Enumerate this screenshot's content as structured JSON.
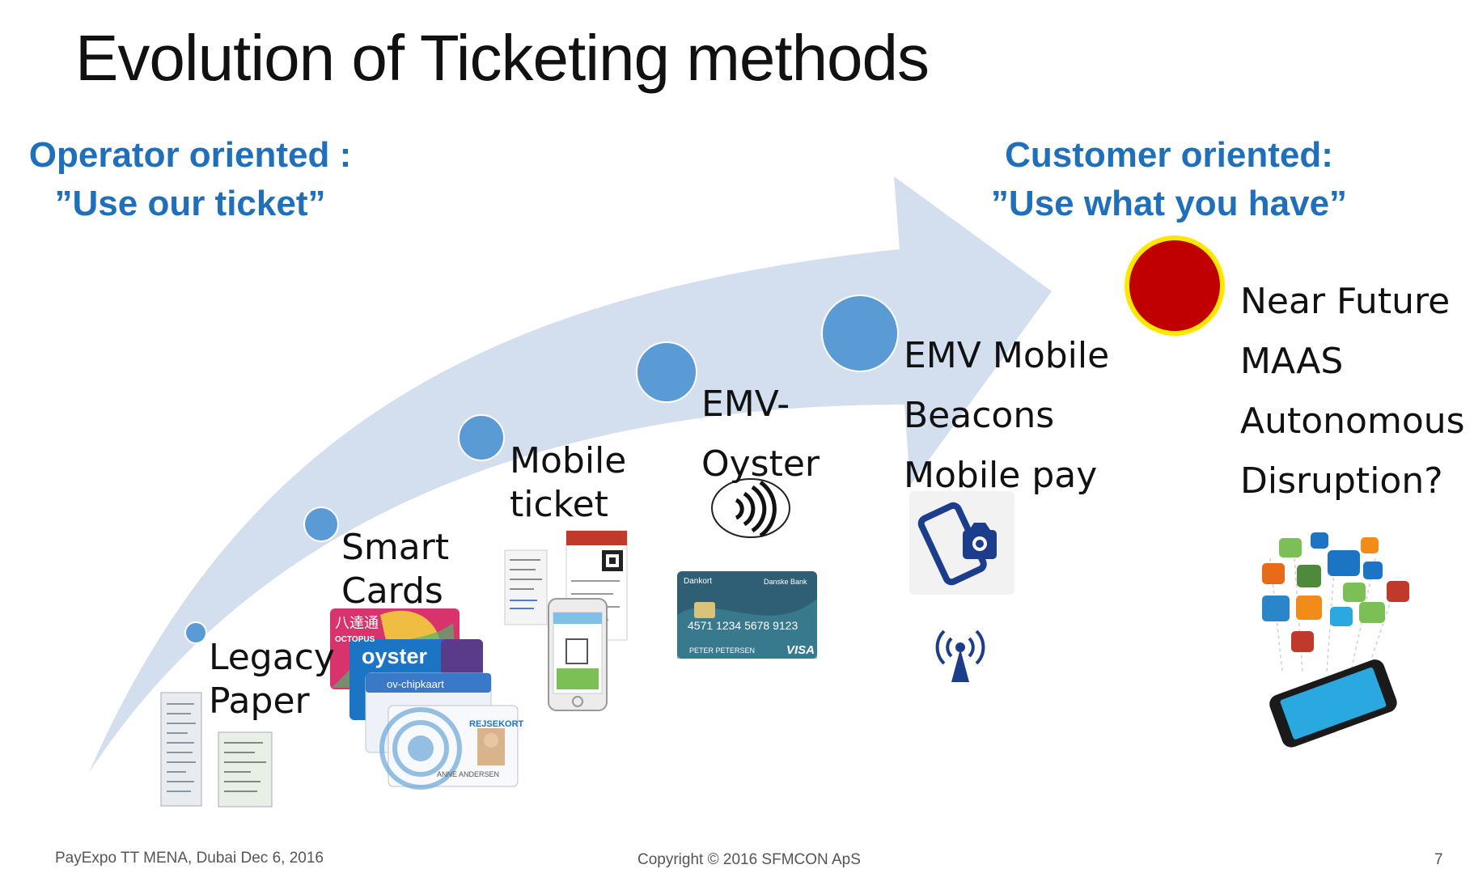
{
  "title": "Evolution of Ticketing methods",
  "operator": {
    "line1": "Operator oriented :",
    "line2": "”Use our ticket”"
  },
  "customer": {
    "line1": "Customer oriented:",
    "line2": "”Use what you have”"
  },
  "stages": {
    "legacy": {
      "line1": "Legacy",
      "line2": "Paper"
    },
    "smart": {
      "line1": "Smart",
      "line2": "Cards"
    },
    "mobile": {
      "line1": "Mobile",
      "line2": "ticket"
    },
    "emv": {
      "line1": "EMV-",
      "line2": "Oyster"
    },
    "emv_mobile": [
      "EMV Mobile",
      "Beacons",
      "Mobile pay"
    ],
    "future": [
      "Near Future",
      "MAAS",
      "Autonomous",
      "Disruption?"
    ]
  },
  "cards": {
    "octopus_cn": "八達通",
    "octopus": "OCTOPUS",
    "oyster": "oyster",
    "ov": "ov-chipkaart",
    "rejsekort": "REJSEKORT",
    "rejsekort_name": "ANNE ANDERSEN",
    "dankort": "Dankort",
    "danske": "Danske Bank",
    "card_number": "4571 1234 5678 9123",
    "card_holder": "PETER PETERSEN",
    "visa": "VISA"
  },
  "footer": {
    "left": "PayExpo TT MENA, Dubai Dec 6, 2016",
    "center": "Copyright © 2016 SFMCON ApS",
    "page": "7"
  },
  "colors": {
    "arrow": "#d3deef",
    "dot": "#5b9bd5",
    "accent_text": "#1f6fba",
    "future_dot": "#c00000",
    "future_ring": "#ffe800"
  }
}
